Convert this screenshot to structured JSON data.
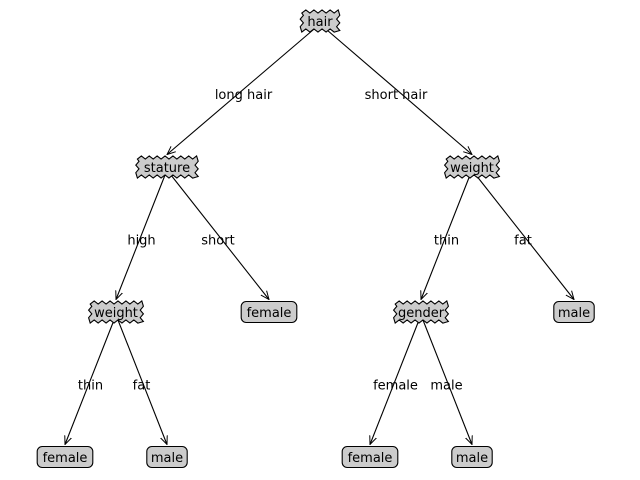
{
  "colors": {
    "node_fill": "#cccccc",
    "stroke": "#000000",
    "background": "#ffffff"
  },
  "nodes": [
    {
      "id": "hair",
      "label": "hair",
      "type": "decision"
    },
    {
      "id": "stature",
      "label": "stature",
      "type": "decision"
    },
    {
      "id": "weight_right",
      "label": "weight",
      "type": "decision"
    },
    {
      "id": "weight_left",
      "label": "weight",
      "type": "decision"
    },
    {
      "id": "leaf_female_short",
      "label": "female",
      "type": "leaf"
    },
    {
      "id": "gender",
      "label": "gender",
      "type": "decision"
    },
    {
      "id": "leaf_male_fat_right",
      "label": "male",
      "type": "leaf"
    },
    {
      "id": "leaf_female_thin",
      "label": "female",
      "type": "leaf"
    },
    {
      "id": "leaf_male_fat_left",
      "label": "male",
      "type": "leaf"
    },
    {
      "id": "leaf_female_gender",
      "label": "female",
      "type": "leaf"
    },
    {
      "id": "leaf_male_gender",
      "label": "male",
      "type": "leaf"
    }
  ],
  "edges": [
    {
      "from": "hair",
      "to": "stature",
      "label": "long hair"
    },
    {
      "from": "hair",
      "to": "weight_right",
      "label": "short hair"
    },
    {
      "from": "stature",
      "to": "weight_left",
      "label": "high"
    },
    {
      "from": "stature",
      "to": "leaf_female_short",
      "label": "short"
    },
    {
      "from": "weight_right",
      "to": "gender",
      "label": "thin"
    },
    {
      "from": "weight_right",
      "to": "leaf_male_fat_right",
      "label": "fat"
    },
    {
      "from": "weight_left",
      "to": "leaf_female_thin",
      "label": "thin"
    },
    {
      "from": "weight_left",
      "to": "leaf_male_fat_left",
      "label": "fat"
    },
    {
      "from": "gender",
      "to": "leaf_female_gender",
      "label": "female"
    },
    {
      "from": "gender",
      "to": "leaf_male_gender",
      "label": "male"
    }
  ]
}
